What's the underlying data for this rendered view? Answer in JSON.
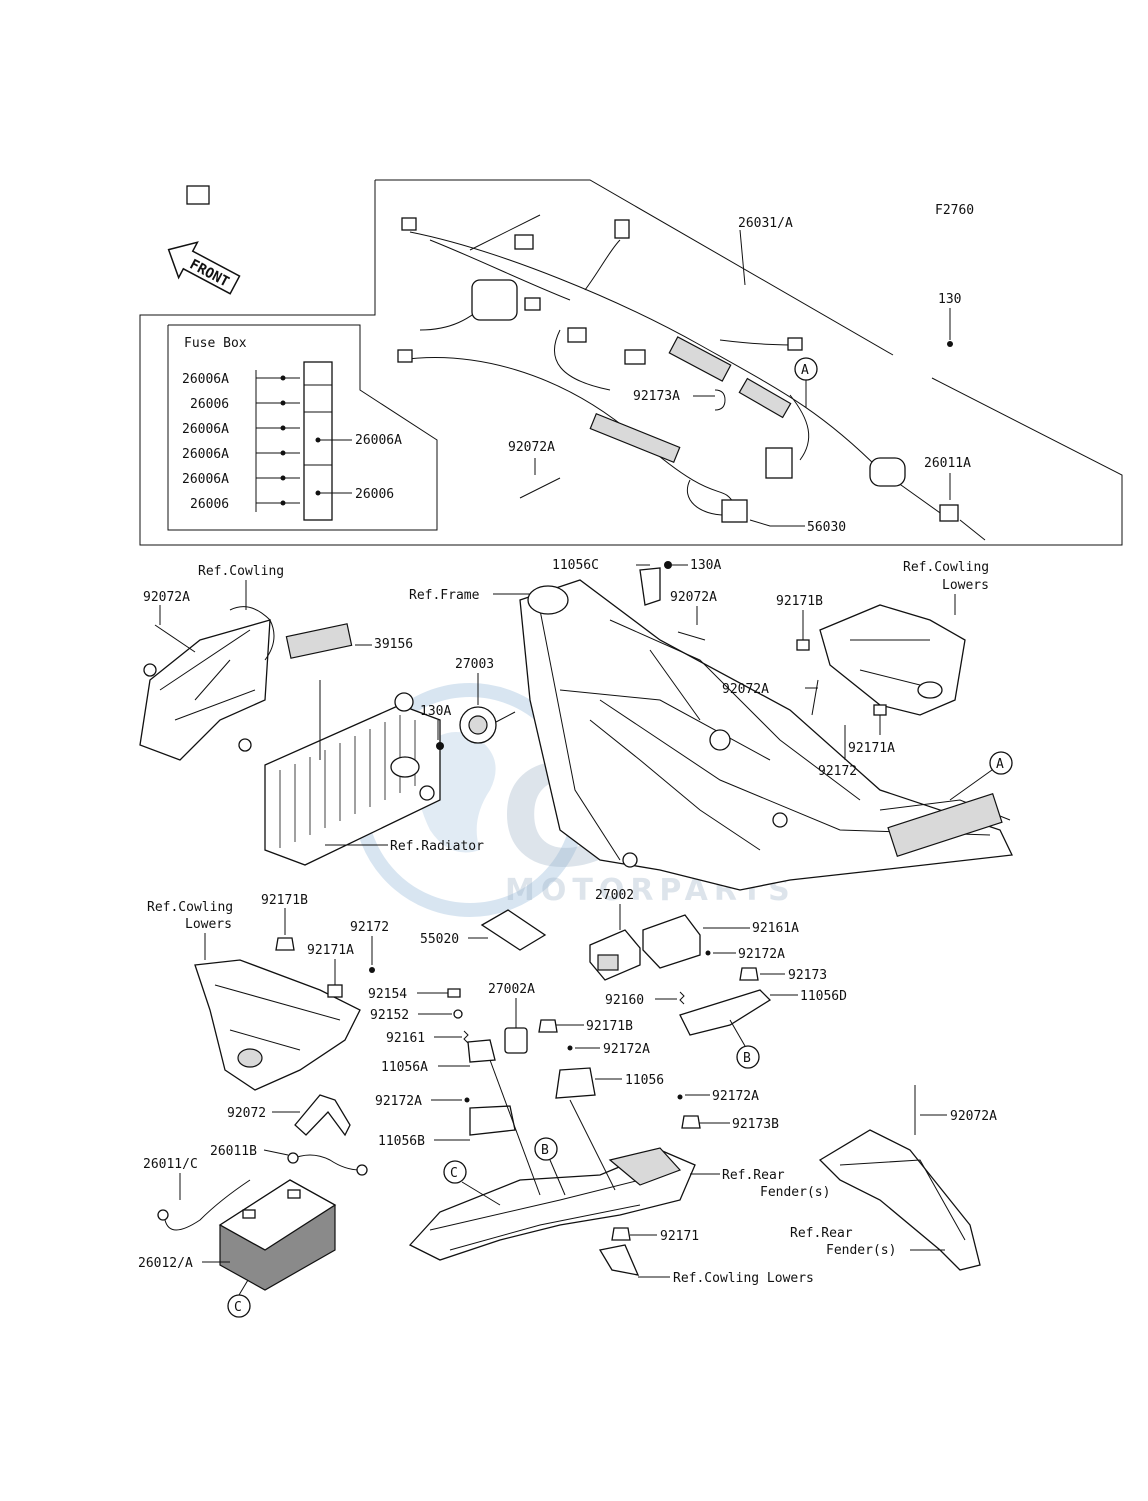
{
  "figure_code": "F2760",
  "front_arrow_label": "FRONT",
  "fuse_box": {
    "title": "Fuse Box",
    "left_labels": [
      "26006A",
      "26006",
      "26006A",
      "26006A",
      "26006A",
      "26006"
    ],
    "right_labels": [
      "26006A",
      "26006"
    ]
  },
  "harness_labels": {
    "main_harness": "26031/A",
    "bolt": "130",
    "clamp": "92173A",
    "band": "92072A",
    "sub_harness": "26011A",
    "sheet": "56030"
  },
  "frame_labels": {
    "bracket_c": "11056C",
    "bolt_a": "130A",
    "ref_frame": "Ref.Frame",
    "band_a": "92072A",
    "ref_cowling": "Ref.Cowling",
    "band_left": "92072A",
    "sticker": "39156",
    "horn": "27003",
    "horn_bolt": "130A",
    "ref_radiator": "Ref.Radiator",
    "ref_cowling_lowers_line1": "Ref.Cowling",
    "ref_cowling_lowers_line2": "Lowers",
    "damper_b": "92171B",
    "band_right": "92072A",
    "damper_a": "92171A",
    "collar": "92172"
  },
  "lower_labels": {
    "ref_cowling_lowers_line1": "Ref.Cowling",
    "ref_cowling_lowers_line2": "Lowers",
    "damper_b": "92171B",
    "collar": "92172",
    "damper_a": "92171A",
    "sheet": "55020",
    "relay": "27002",
    "damper_161a": "92161A",
    "collar_a": "92172A",
    "damper_173": "92173",
    "spring": "92160",
    "bracket_d": "11056D",
    "screw": "92154",
    "washer": "92152",
    "damper_161": "92161",
    "relay_a": "27002A",
    "damper_171b": "92171B",
    "collar_172a": "92172A",
    "bracket_a": "11056A",
    "bracket": "11056",
    "collar_172a_left": "92172A",
    "collar_172a_right": "92172A",
    "damper_173b": "92173B",
    "bracket_b": "11056B",
    "strap": "92072",
    "lead": "26011B",
    "lead_c": "26011/C",
    "battery": "26012/A",
    "ref_rear_fender_line1": "Ref.Rear",
    "ref_rear_fender_line2": "Fender(s)",
    "damper_171": "92171",
    "ref_cowling_lowers": "Ref.Cowling Lowers",
    "band_far": "92072A",
    "ref_rear_fender2_line1": "Ref.Rear",
    "ref_rear_fender2_line2": "Fender(s)"
  },
  "callouts": [
    "A",
    "A",
    "B",
    "B",
    "C",
    "C"
  ],
  "watermark": {
    "brand": "GSM",
    "sub": "MOTORPARTS"
  }
}
